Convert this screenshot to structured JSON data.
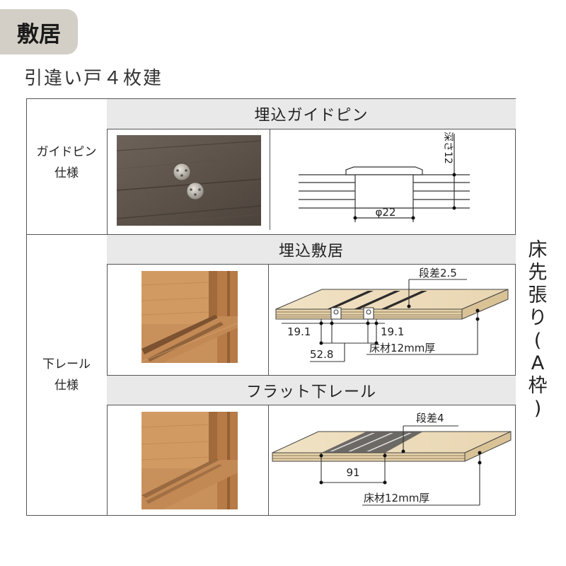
{
  "section_title": "敷居",
  "subtitle": "引違い戸４枚建",
  "rows": [
    {
      "label_lines": [
        "ガイドピン",
        "仕様"
      ],
      "header": "埋込ガイドピン",
      "dims": {
        "depth": "深さ12",
        "diameter": "φ22"
      }
    },
    {
      "label_lines": [
        "下レール",
        "仕様"
      ],
      "subsections": [
        {
          "header": "埋込敷居",
          "dims": {
            "step": "段差2.5",
            "left": "19.1",
            "right": "19.1",
            "total": "52.8",
            "floor": "床材12mm厚"
          }
        },
        {
          "header": "フラット下レール",
          "dims": {
            "step": "段差4",
            "width": "91",
            "floor": "床材12mm厚"
          }
        }
      ]
    }
  ],
  "side_note_chars": [
    "床",
    "先",
    "張",
    "り",
    "(",
    "A",
    "枠",
    ")"
  ]
}
